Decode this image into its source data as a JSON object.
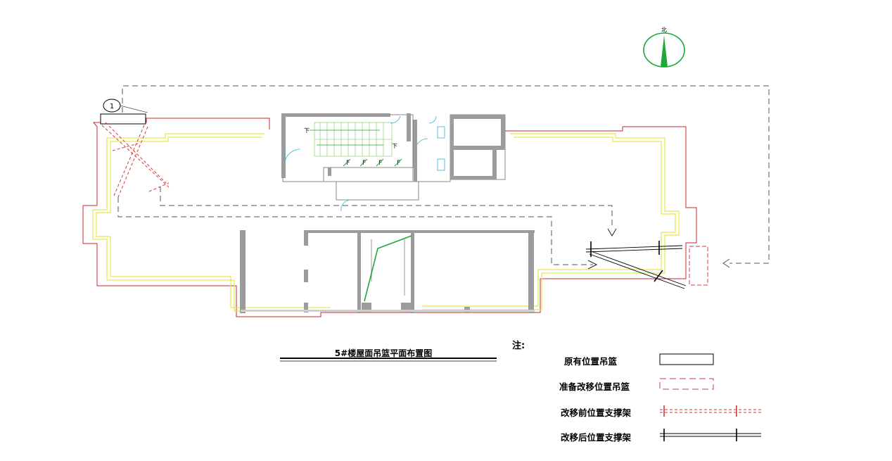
{
  "drawing_title": "5#楼屋面吊篮平面布置图",
  "note_label": "注:",
  "compass_label": "北",
  "callout_number": "1",
  "stair_labels": {
    "down_top": "下",
    "down_bottom": "下"
  },
  "door_labels": [
    "F",
    "F",
    "F",
    "F"
  ],
  "legend": {
    "original_position": "原有位置吊篮",
    "planned_position": "准备改移位置吊篮",
    "support_before": "改移前位置支撑架",
    "support_after": "改移后位置支撑架"
  },
  "colors": {
    "wall_outline": "#c8282d",
    "parapet": "#e6e651",
    "dashed_path": "#555555",
    "stair": "#9ad38a",
    "door": "#33b3cc",
    "green_accent": "#1fa83a",
    "wall_fill": "#9c9c9c"
  }
}
